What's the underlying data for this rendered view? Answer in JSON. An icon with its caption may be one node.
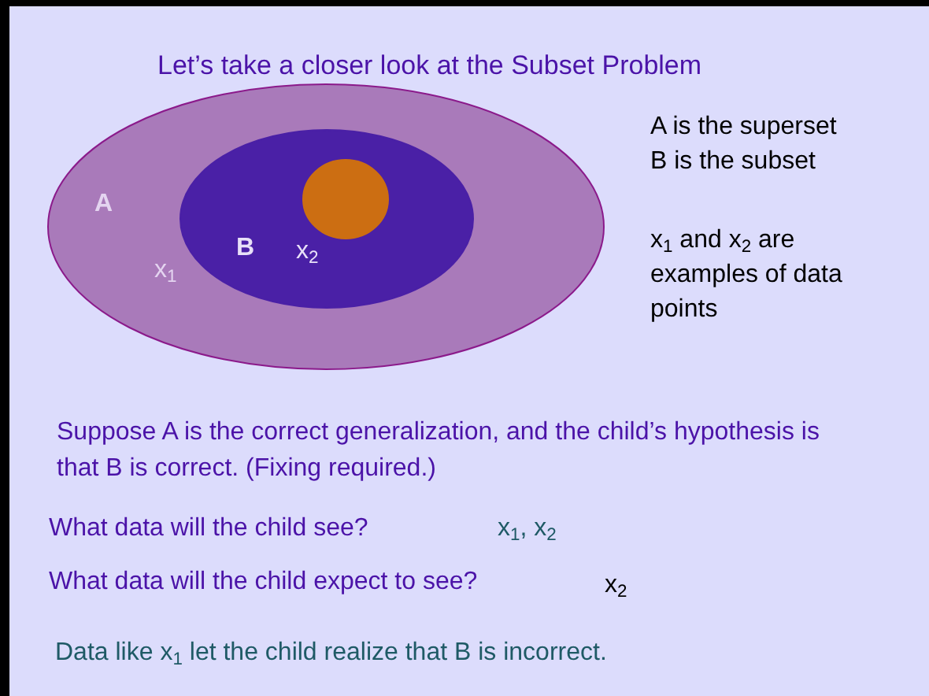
{
  "diagram": {
    "title": "Let’s take a closer look at the Subset Problem",
    "nodes": [
      {
        "text": [
          "A",
          "x$_{1}$"
        ]
      },
      {
        "text": [
          "B",
          "x$_{2}$"
        ],
        "in": 0
      },
      {
        "text": [],
        "shape": "circle",
        "in": 1
      }
    ],
    "labels": [
      "A is the superset",
      "B is the subset",
      "x$_{1}$ and x$_{2}$ are examples of data points",
      "Suppose A is the correct generalization, and the child’s hypothesis is that B is correct. (Fixing required.)",
      "What data will the child see?",
      "x$_{1}$, x$_{2}$",
      "What data will the child expect to see?",
      "x$_{2}$",
      "Data like x$_{1}$ let the child realize that B is incorrect."
    ]
  }
}
